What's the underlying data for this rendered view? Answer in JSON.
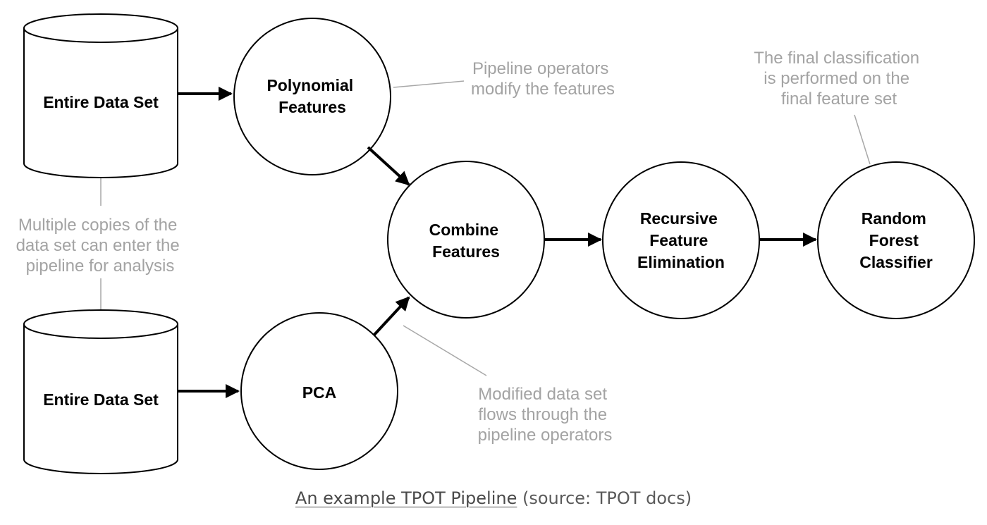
{
  "diagram": {
    "nodes": {
      "dataset_top": [
        "Entire Data Set"
      ],
      "dataset_bottom": [
        "Entire Data Set"
      ],
      "poly": [
        "Polynomial",
        "Features"
      ],
      "pca": [
        "PCA"
      ],
      "combine": [
        "Combine",
        "Features"
      ],
      "rfe": [
        "Recursive",
        "Feature",
        "Elimination"
      ],
      "rf": [
        "Random",
        "Forest",
        "Classifier"
      ]
    },
    "annotations": {
      "operators": [
        "Pipeline operators",
        "modify the features"
      ],
      "final": [
        "The final classification",
        "is performed on the",
        "final feature set"
      ],
      "copies": [
        "Multiple copies of the",
        "data set can enter the",
        "pipeline for analysis"
      ],
      "flows": [
        "Modified data set",
        "flows through the",
        "pipeline operators"
      ]
    },
    "colors": {
      "annotation": "#a3a3a3",
      "stroke": "#000000",
      "leader": "#a8a8a8"
    }
  },
  "caption": {
    "link_text": "An example TPOT Pipeline",
    "rest": " (source: TPOT docs)"
  }
}
